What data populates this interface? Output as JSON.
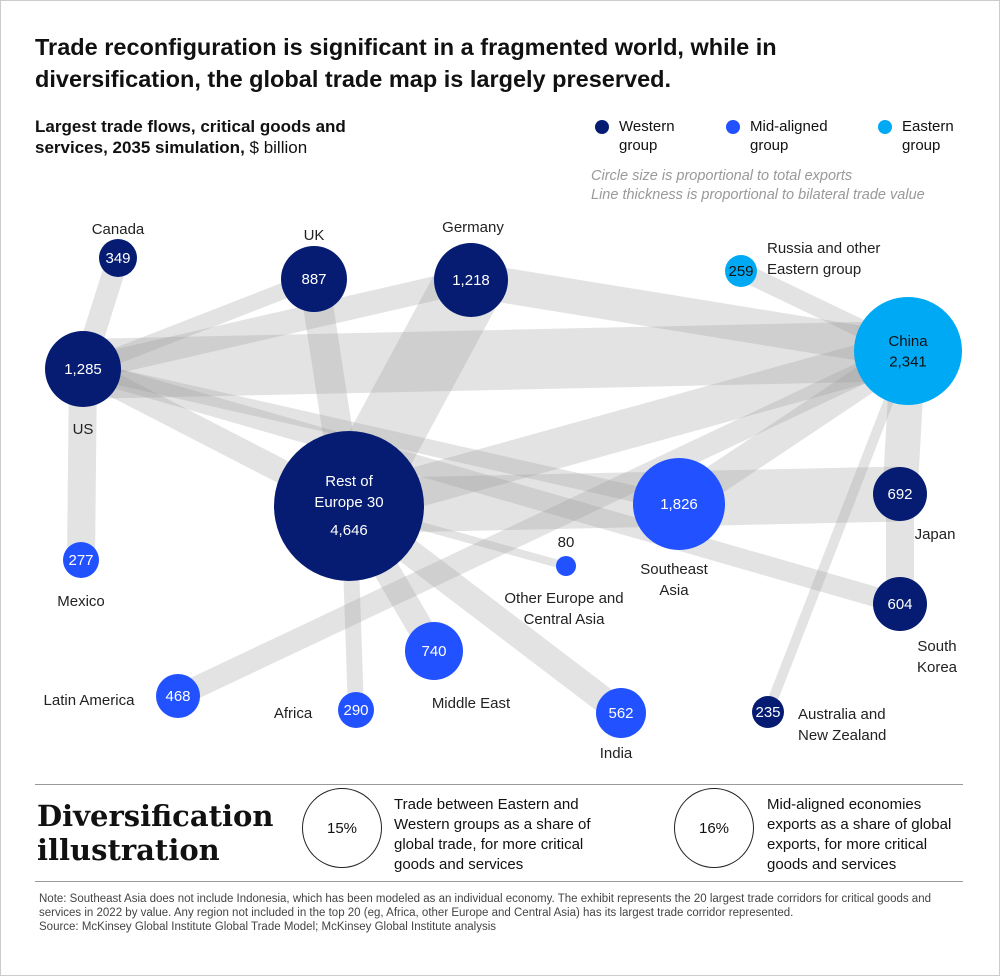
{
  "title": "Trade reconfiguration is significant in a fragmented world, while in diversification, the global trade map is largely preserved.",
  "subtitle": {
    "bold": "Largest trade flows, critical goods and services, 2035 simulation,",
    "unit": " $ billion"
  },
  "legend": [
    {
      "label1": "Western",
      "label2": "group",
      "color": "#051c72"
    },
    {
      "label1": "Mid-aligned",
      "label2": "group",
      "color": "#2251ff"
    },
    {
      "label1": "Eastern",
      "label2": "group",
      "color": "#00a9f4"
    }
  ],
  "notes": [
    "Circle size is proportional to total exports",
    "Line thickness is proportional to bilateral trade value"
  ],
  "chart_data": {
    "type": "network",
    "nodes": [
      {
        "id": "canada",
        "label": "Canada",
        "value": "349",
        "group": "Western"
      },
      {
        "id": "uk",
        "label": "UK",
        "value": "887",
        "group": "Western"
      },
      {
        "id": "germany",
        "label": "Germany",
        "value": "1,218",
        "group": "Western"
      },
      {
        "id": "us",
        "label": "US",
        "value": "1,285",
        "group": "Western"
      },
      {
        "id": "russia",
        "label": "Russia and other|Eastern group",
        "value": "259",
        "group": "Eastern"
      },
      {
        "id": "china",
        "label": "China",
        "value": "2,341",
        "group": "Eastern"
      },
      {
        "id": "roe",
        "label": "Rest of|Europe 30",
        "value": "4,646",
        "group": "Western"
      },
      {
        "id": "sea",
        "label": "Southeast|Asia",
        "value": "1,826",
        "group": "Mid-aligned"
      },
      {
        "id": "japan",
        "label": "Japan",
        "value": "692",
        "group": "Western"
      },
      {
        "id": "korea",
        "label": "South|Korea",
        "value": "604",
        "group": "Western"
      },
      {
        "id": "mexico",
        "label": "Mexico",
        "value": "277",
        "group": "Mid-aligned"
      },
      {
        "id": "othereu",
        "label": "Other Europe and|Central Asia",
        "value": "80",
        "group": "Mid-aligned"
      },
      {
        "id": "latam",
        "label": "Latin America",
        "value": "468",
        "group": "Mid-aligned"
      },
      {
        "id": "africa",
        "label": "Africa",
        "value": "290",
        "group": "Mid-aligned"
      },
      {
        "id": "mideast",
        "label": "Middle East",
        "value": "740",
        "group": "Mid-aligned"
      },
      {
        "id": "india",
        "label": "India",
        "value": "562",
        "group": "Mid-aligned"
      },
      {
        "id": "aus",
        "label": "Australia and|New Zealand",
        "value": "235",
        "group": "Western"
      }
    ],
    "edges": [
      {
        "from": "canada",
        "to": "us",
        "weight": 22
      },
      {
        "from": "us",
        "to": "mexico",
        "weight": 28
      },
      {
        "from": "us",
        "to": "uk",
        "weight": 16
      },
      {
        "from": "us",
        "to": "germany",
        "weight": 24
      },
      {
        "from": "us",
        "to": "china",
        "weight": 60
      },
      {
        "from": "us",
        "to": "roe",
        "weight": 24
      },
      {
        "from": "us",
        "to": "korea",
        "weight": 20
      },
      {
        "from": "us",
        "to": "sea",
        "weight": 16
      },
      {
        "from": "uk",
        "to": "roe",
        "weight": 30
      },
      {
        "from": "germany",
        "to": "roe",
        "weight": 70
      },
      {
        "from": "germany",
        "to": "china",
        "weight": 35
      },
      {
        "from": "roe",
        "to": "china",
        "weight": 40
      },
      {
        "from": "roe",
        "to": "japan",
        "weight": 55
      },
      {
        "from": "roe",
        "to": "africa",
        "weight": 16
      },
      {
        "from": "roe",
        "to": "mideast",
        "weight": 26
      },
      {
        "from": "roe",
        "to": "india",
        "weight": 26
      },
      {
        "from": "roe",
        "to": "othereu",
        "weight": 8
      },
      {
        "from": "latam",
        "to": "china",
        "weight": 22
      },
      {
        "from": "sea",
        "to": "china",
        "weight": 30
      },
      {
        "from": "china",
        "to": "japan",
        "weight": 35
      },
      {
        "from": "japan",
        "to": "korea",
        "weight": 28
      },
      {
        "from": "china",
        "to": "aus",
        "weight": 10
      },
      {
        "from": "russia",
        "to": "china",
        "weight": 18
      }
    ]
  },
  "diversification": {
    "title": "Diversification illustration",
    "stat1": {
      "value": "15%",
      "text": "Trade between Eastern and Western groups as a share of global trade, for more critical goods and services"
    },
    "stat2": {
      "value": "16%",
      "text": "Mid-aligned economies exports as a share of global exports, for more critical goods and services"
    }
  },
  "footnote": "Note: Southeast Asia does not include Indonesia, which has been modeled as an individual economy. The exhibit represents the 20 largest trade corridors for critical goods and services in 2022 by value. Any region not included in the top 20 (eg, Africa, other Europe and Central Asia) has its largest trade corridor represented.",
  "source": "Source: McKinsey Global Institute Global Trade Model; McKinsey Global Institute analysis"
}
